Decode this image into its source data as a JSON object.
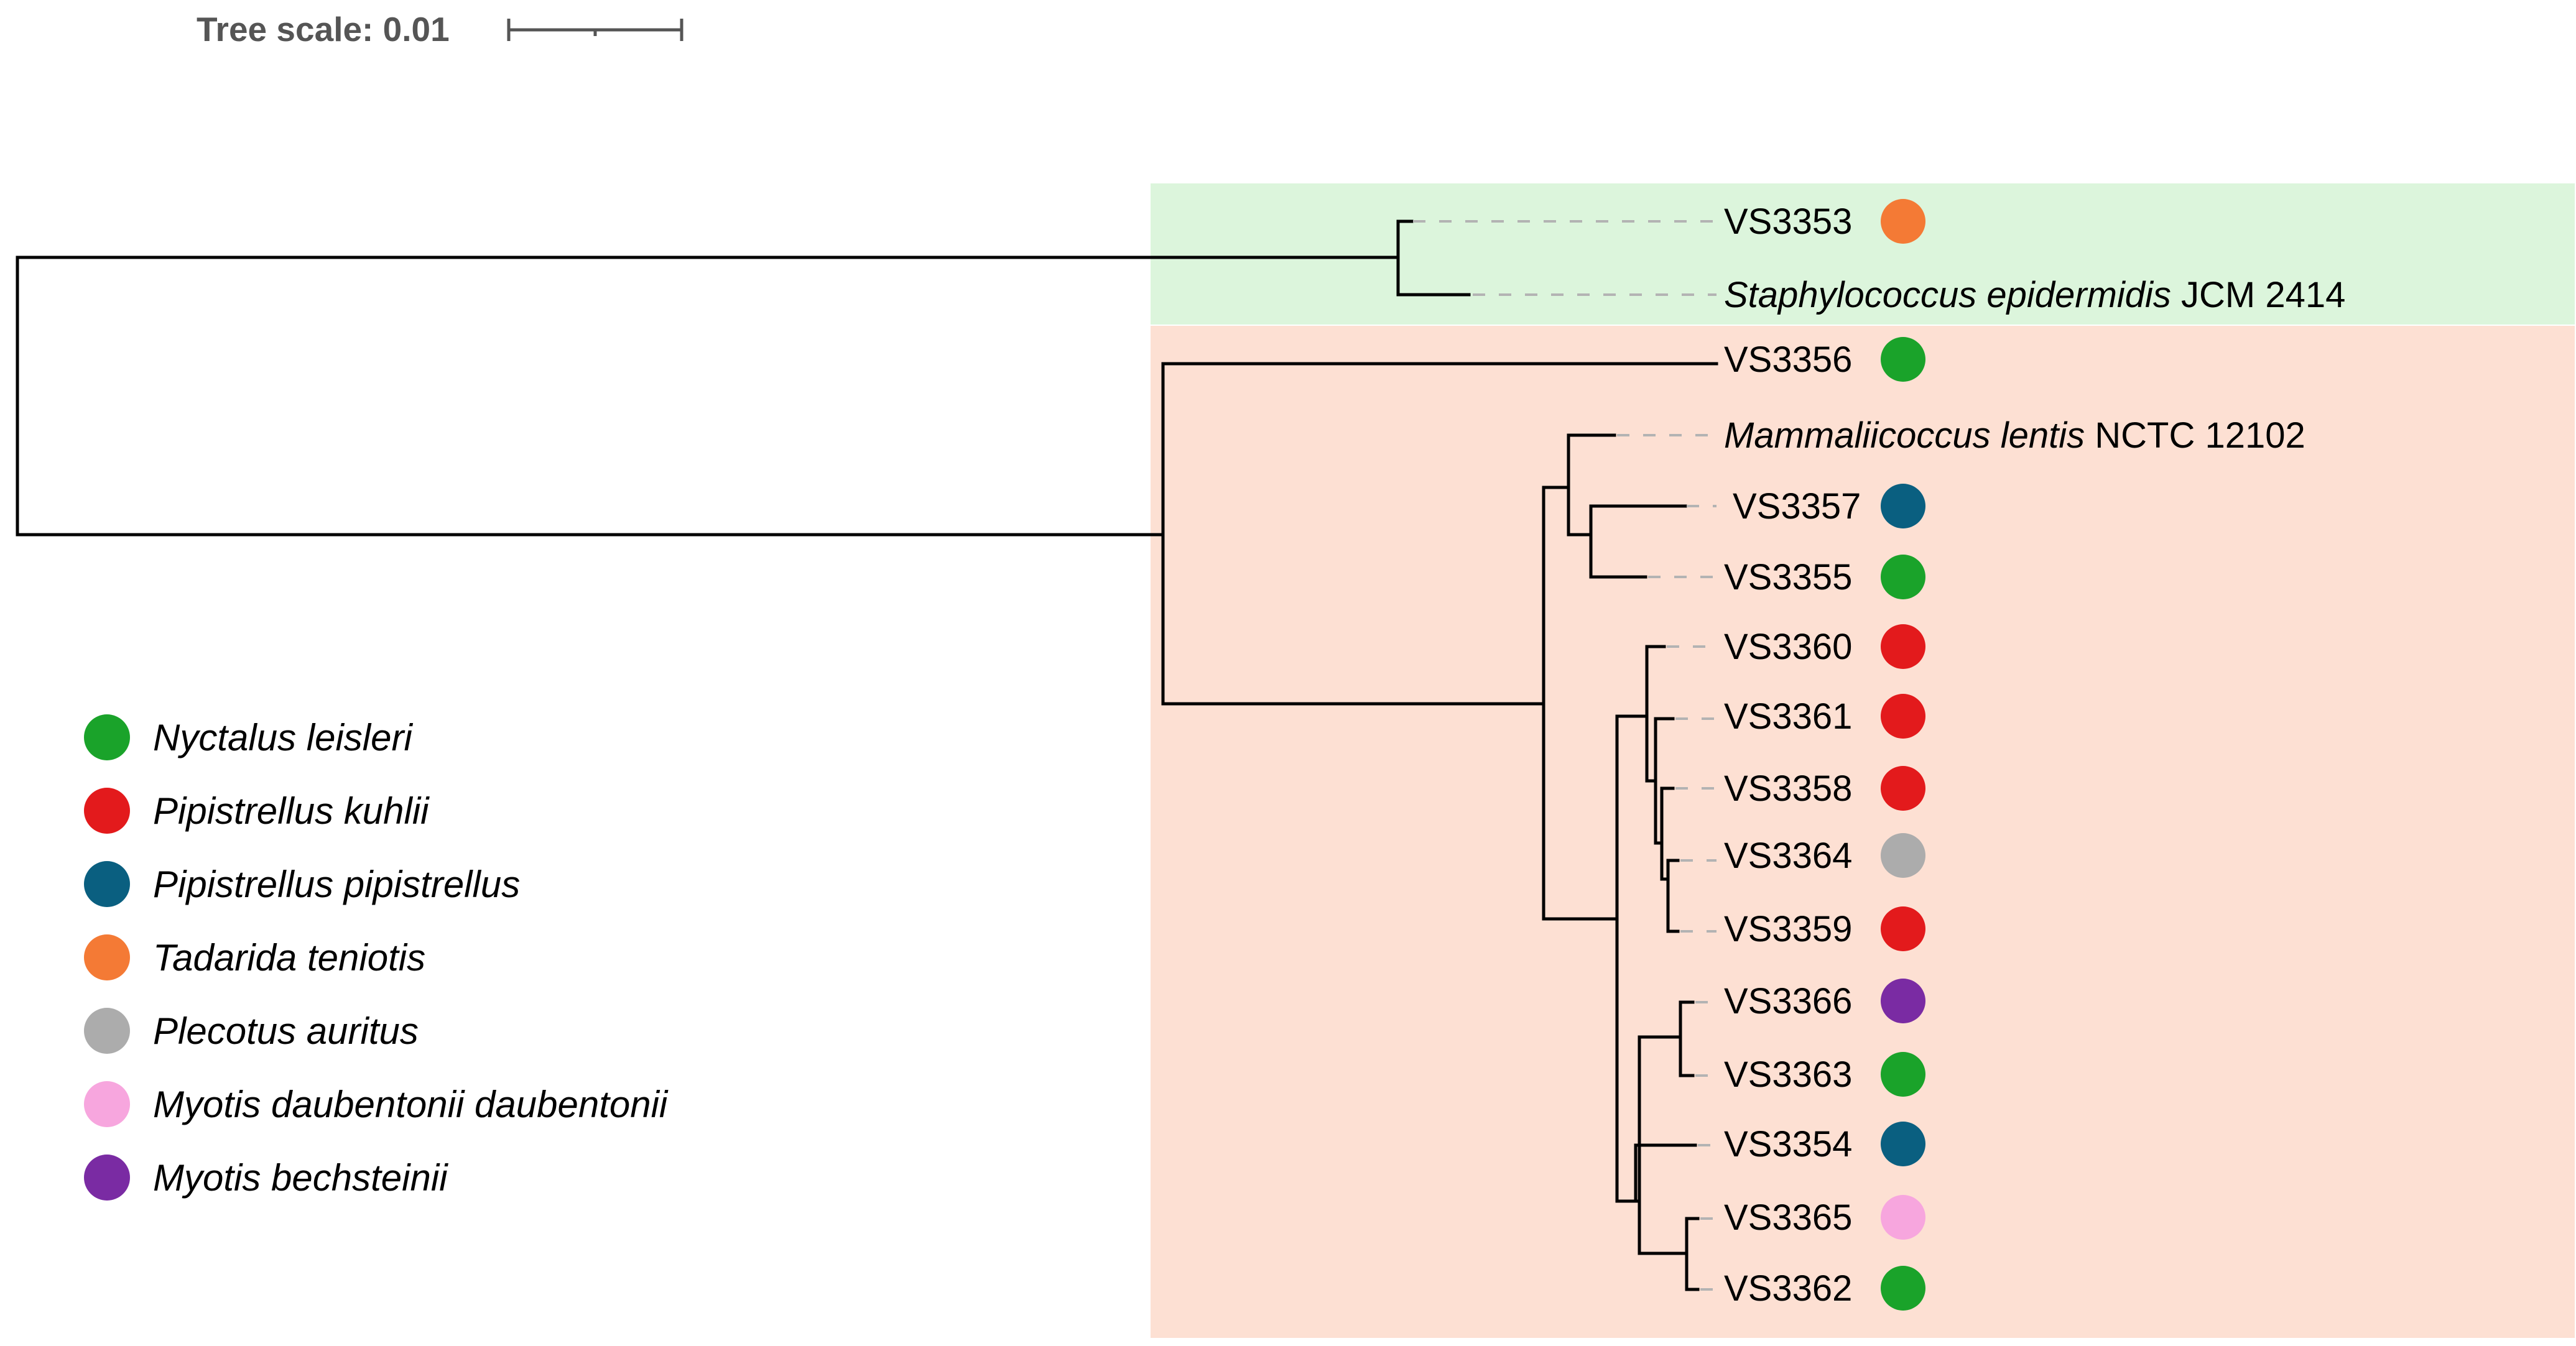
{
  "tree_scale": {
    "label": "Tree scale: 0.01"
  },
  "colors": {
    "Nyctalus leisleri": "#1aa32a",
    "Pipistrellus kuhlii": "#e31a1c",
    "Pipistrellus pipistrellus": "#0a5f80",
    "Tadarida teniotis": "#f47a35",
    "Plecotus auritus": "#acacac",
    "Myotis daubentonii daubentonii": "#f7a6de",
    "Myotis bechsteinii": "#7a2ba3",
    "clade_green_bg": "#dcf5dc",
    "clade_salmon_bg": "#fde0d3"
  },
  "legend": [
    {
      "label": "Nyctalus leisleri",
      "color": "#1aa32a"
    },
    {
      "label": "Pipistrellus kuhlii",
      "color": "#e31a1c"
    },
    {
      "label": "Pipistrellus pipistrellus",
      "color": "#0a5f80"
    },
    {
      "label": "Tadarida teniotis",
      "color": "#f47a35"
    },
    {
      "label": "Plecotus auritus",
      "color": "#acacac"
    },
    {
      "label": "Myotis daubentonii daubentonii",
      "color": "#f7a6de"
    },
    {
      "label": "Myotis bechsteinii",
      "color": "#7a2ba3"
    }
  ],
  "leaves": [
    {
      "id": "VS3353",
      "italic": "",
      "suffix": "VS3353",
      "host": "Tadarida teniotis",
      "color": "#f47a35"
    },
    {
      "id": "Staphylococcus epidermidis JCM 2414",
      "italic": "Staphylococcus epidermidis",
      "suffix": " JCM 2414",
      "host": "",
      "color": ""
    },
    {
      "id": "VS3356",
      "italic": "",
      "suffix": "VS3356",
      "host": "Nyctalus leisleri",
      "color": "#1aa32a"
    },
    {
      "id": "Mammaliicoccus lentis NCTC 12102",
      "italic": "Mammaliicoccus lentis",
      "suffix": " NCTC 12102",
      "host": "",
      "color": ""
    },
    {
      "id": "VS3357",
      "italic": "",
      "suffix": "VS3357",
      "host": "Pipistrellus pipistrellus",
      "color": "#0a5f80"
    },
    {
      "id": "VS3355",
      "italic": "",
      "suffix": "VS3355",
      "host": "Nyctalus leisleri",
      "color": "#1aa32a"
    },
    {
      "id": "VS3360",
      "italic": "",
      "suffix": "VS3360",
      "host": "Pipistrellus kuhlii",
      "color": "#e31a1c"
    },
    {
      "id": "VS3361",
      "italic": "",
      "suffix": "VS3361",
      "host": "Pipistrellus kuhlii",
      "color": "#e31a1c"
    },
    {
      "id": "VS3358",
      "italic": "",
      "suffix": "VS3358",
      "host": "Pipistrellus kuhlii",
      "color": "#e31a1c"
    },
    {
      "id": "VS3364",
      "italic": "",
      "suffix": "VS3364",
      "host": "Plecotus auritus",
      "color": "#acacac"
    },
    {
      "id": "VS3359",
      "italic": "",
      "suffix": "VS3359",
      "host": "Pipistrellus kuhlii",
      "color": "#e31a1c"
    },
    {
      "id": "VS3366",
      "italic": "",
      "suffix": "VS3366",
      "host": "Myotis bechsteinii",
      "color": "#7a2ba3"
    },
    {
      "id": "VS3363",
      "italic": "",
      "suffix": "VS3363",
      "host": "Nyctalus leisleri",
      "color": "#1aa32a"
    },
    {
      "id": "VS3354",
      "italic": "",
      "suffix": "VS3354",
      "host": "Pipistrellus pipistrellus",
      "color": "#0a5f80"
    },
    {
      "id": "VS3365",
      "italic": "",
      "suffix": "VS3365",
      "host": "Myotis daubentonii daubentonii",
      "color": "#f7a6de"
    },
    {
      "id": "VS3362",
      "italic": "",
      "suffix": "VS3362",
      "host": "Nyctalus leisleri",
      "color": "#1aa32a"
    }
  ]
}
